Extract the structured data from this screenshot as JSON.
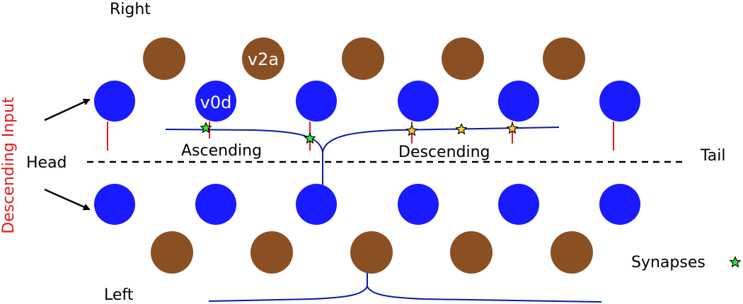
{
  "labels": {
    "right": "Right",
    "left": "Left",
    "head": "Head",
    "tail": "Tail",
    "ascending": "Ascending",
    "descending": "Descending",
    "descending_input": "Descending Input",
    "synapses": "Synapses",
    "v2a": "v2a",
    "v0d": "v0d"
  },
  "colors": {
    "v0d_neuron": "#1a1aff",
    "v2a_neuron": "#8b4f24",
    "axon": "#0a1aa8",
    "dendrite": "#e31a1c",
    "synapse_ascending": "#2ee82e",
    "synapse_descending": "#ffd02e",
    "input_label": "#e41a1c",
    "arrow": "#000000",
    "midline": "#000000"
  },
  "icons": {
    "synapse": "star-icon",
    "input_arrow": "arrow-icon"
  }
}
